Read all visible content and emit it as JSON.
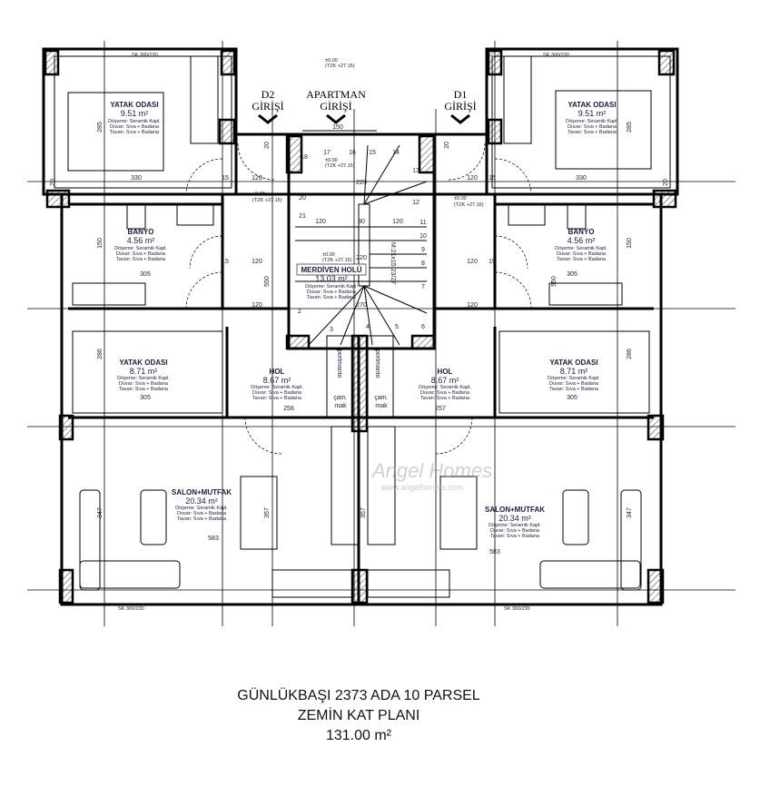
{
  "caption": {
    "line1": "GÜNLÜKBAŞI 2373 ADA 10 PARSEL",
    "line2": "ZEMİN KAT PLANI",
    "line3": "131.00 m²"
  },
  "entrances": {
    "d2": {
      "line1": "D2",
      "line2": "GİRİŞİ"
    },
    "apartment": {
      "line1": "APARTMAN",
      "line2": "GİRİŞİ"
    },
    "d1": {
      "line1": "D1",
      "line2": "GİRİŞİ"
    }
  },
  "finish": {
    "floor": "Döşeme: Seramik Kapl.",
    "wall": "Duvar: Sıva + Badana",
    "ceiling": "Tavan: Sıva + Badana"
  },
  "rooms": {
    "bed_tl": {
      "name": "YATAK ODASI",
      "area": "9.51 m²"
    },
    "bed_tr": {
      "name": "YATAK ODASI",
      "area": "9.51 m²"
    },
    "bath_l": {
      "name": "BANYO",
      "area": "4.56 m²"
    },
    "bath_r": {
      "name": "BANYO",
      "area": "4.56 m²"
    },
    "stair": {
      "name": "MERDİVEN HOLÜ",
      "area": "13.03 m²"
    },
    "bed_ml": {
      "name": "YATAK ODASI",
      "area": "8.71 m²"
    },
    "bed_mr": {
      "name": "YATAK ODASI",
      "area": "8.71 m²"
    },
    "hall_l": {
      "name": "HOL",
      "area": "8.67 m²"
    },
    "hall_r": {
      "name": "HOL",
      "area": "8.67 m²"
    },
    "living_l": {
      "name": "SALON+MUTFAK",
      "area": "20.34 m²"
    },
    "living_r": {
      "name": "SALON+MUTFAK",
      "area": "20.34 m²"
    }
  },
  "level": {
    "value": "±0.00",
    "ref": "(TZK +27.15)"
  },
  "closets": {
    "coat": "portmanto",
    "laundry1": "çam.",
    "laundry2": "mak"
  },
  "stair_label": "M:21x15.23/27",
  "stair_steps": [
    "2",
    "3",
    "4",
    "5",
    "6",
    "7",
    "8",
    "9",
    "10",
    "11",
    "12",
    "13",
    "14",
    "15",
    "16",
    "17",
    "18",
    "20",
    "21"
  ],
  "dims": [
    "330",
    "285",
    "150",
    "305",
    "286",
    "583",
    "347",
    "357",
    "550",
    "120",
    "15",
    "20",
    "220",
    "270",
    "30",
    "150",
    "256",
    "257"
  ],
  "window_tag": "SK 300/230",
  "watermark": {
    "brand": "Angel Homes",
    "url": "www.angelhomes.com"
  }
}
